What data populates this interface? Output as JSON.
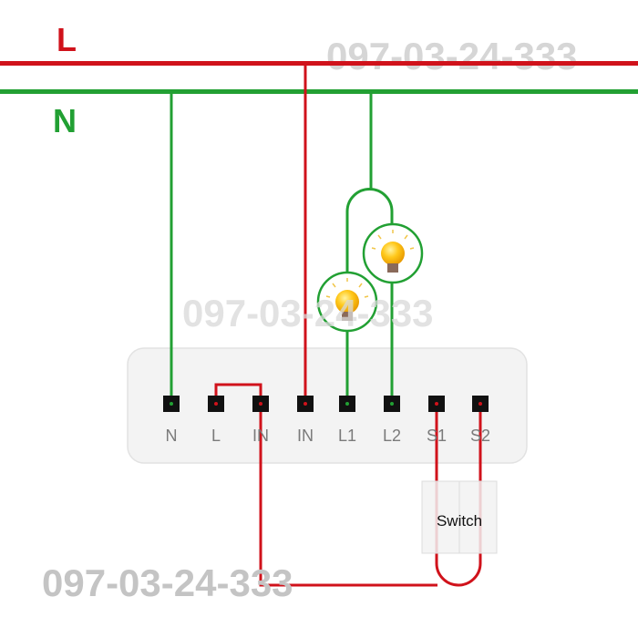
{
  "bus": {
    "live_label": "L",
    "neutral_label": "N"
  },
  "watermark": {
    "text": "097-03-24-333"
  },
  "module": {
    "terminals": [
      "N",
      "L",
      "IN",
      "IN",
      "L1",
      "L2",
      "S1",
      "S2"
    ]
  },
  "switch": {
    "label": "Switch"
  },
  "colors": {
    "live": "#d0121b",
    "neutral": "#22a033",
    "bulb": "#f7b500",
    "terminal": "#111111"
  }
}
